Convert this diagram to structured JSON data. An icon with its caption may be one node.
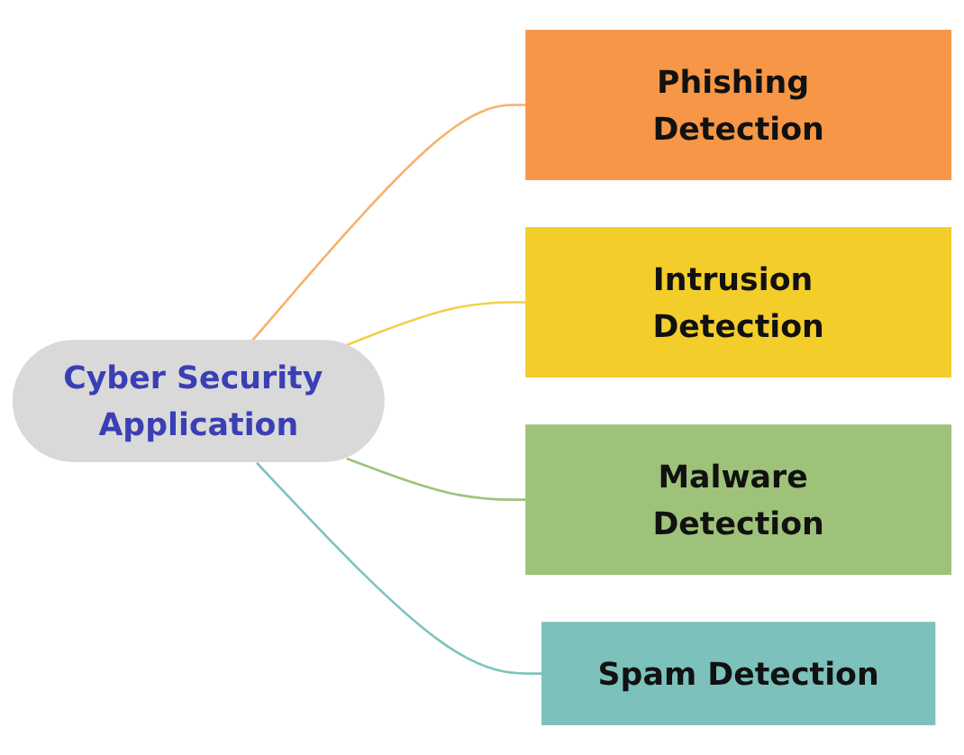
{
  "diagram": {
    "nodes": [
      {
        "text": [
          "Cyber Security Application"
        ]
      },
      {
        "text": [
          "Phishing Detection"
        ]
      },
      {
        "text": [
          "Intrusion Detection"
        ]
      },
      {
        "text": [
          "Malware Detection"
        ]
      },
      {
        "text": [
          "Spam Detection"
        ]
      }
    ],
    "edges": [
      {
        "from": 0,
        "to": 1,
        "arrow": "none",
        "color": "#f6b26b"
      },
      {
        "from": 0,
        "to": 2,
        "arrow": "none",
        "color": "#f1d04b"
      },
      {
        "from": 0,
        "to": 3,
        "arrow": "none",
        "color": "#9bc47a"
      },
      {
        "from": 0,
        "to": 4,
        "arrow": "none",
        "color": "#7cc4bd"
      }
    ]
  }
}
